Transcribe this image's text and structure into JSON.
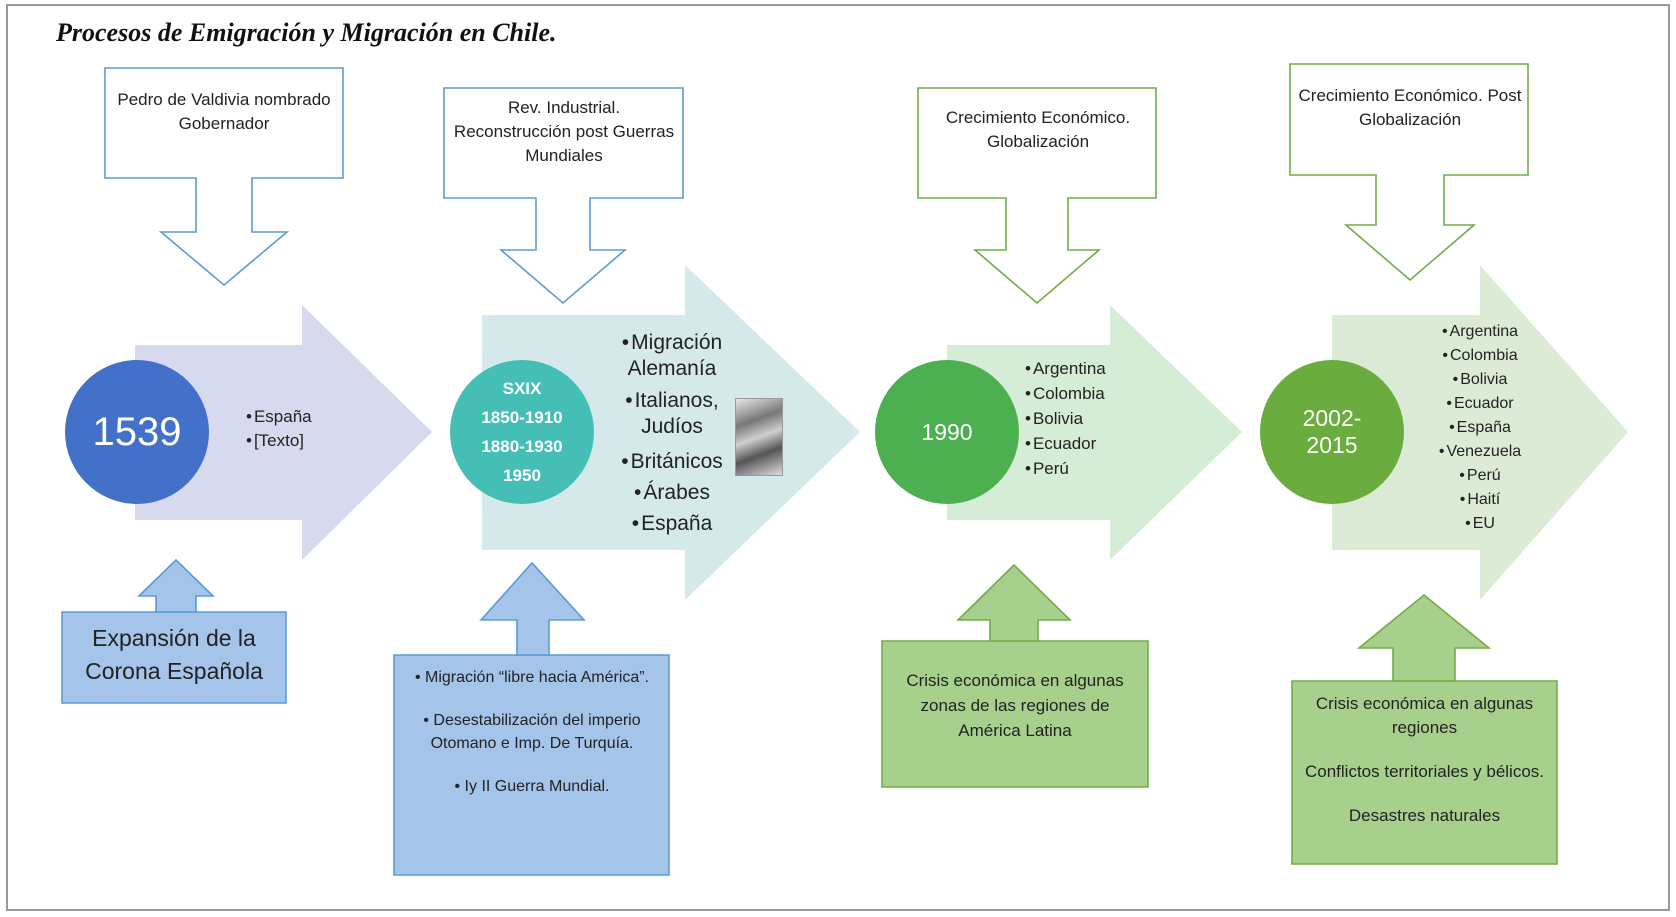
{
  "title": "Procesos de Emigración y Migración en Chile.",
  "stages": [
    {
      "year": "1539",
      "top_box": "Pedro de Valdivia nombrado Gobernador",
      "bullets": [
        "España",
        "[Texto]"
      ],
      "bottom_box": [
        "Expansión de la Corona Española"
      ]
    },
    {
      "year_lines": [
        "SXIX",
        "1850-1910",
        "1880-1930",
        "1950"
      ],
      "top_box": "Rev. Industrial. Reconstrucción post Guerras Mundiales",
      "bullets": [
        "Migración Alemanía",
        "Italianos, Judíos",
        "Británicos",
        "Árabes",
        "España"
      ],
      "bottom_box": [
        "Migración “libre hacia América”.",
        "Desestabilización del imperio Otomano e Imp.  De Turquía.",
        "Iy II Guerra Mundial."
      ]
    },
    {
      "year": "1990",
      "top_box": "Crecimiento Económico. Globalización",
      "bullets": [
        "Argentina",
        "Colombia",
        "Bolivia",
        "Ecuador",
        "Perú"
      ],
      "bottom_box": [
        "Crisis económica en algunas zonas de las regiones de América Latina"
      ]
    },
    {
      "year": "2002-2015",
      "top_box": "Crecimiento Económico. Post Globalización",
      "bullets": [
        "Argentina",
        "Colombia",
        "Bolivia",
        "Ecuador",
        "España",
        "Venezuela",
        "Perú",
        "Haití",
        "EU"
      ],
      "bottom_box": [
        "Crisis económica en algunas regiones",
        "Conflictos territoriales y bélicos.",
        "Desastres naturales"
      ]
    }
  ],
  "colors": {
    "arrow1": "#d7d9ee",
    "arrow2": "#d5e9ea",
    "arrow3": "#d5ecd6",
    "arrow4": "#dcebd5",
    "circle1": "#4370c8",
    "circle2": "#45bfb5",
    "circle3": "#4caf50",
    "circle4": "#6aac3e",
    "callout_blue": "#5b9bd5",
    "callout_green": "#70ad47",
    "bottom_blue": "#a4c4ea",
    "bottom_green": "#a8d08d"
  }
}
